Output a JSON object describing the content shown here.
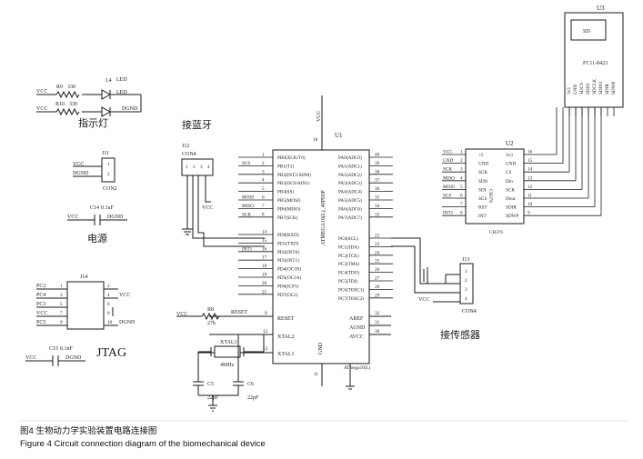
{
  "caption": {
    "zh": "图4   生物动力学实验装置电路连接图",
    "en": "Figure 4   Circuit connection diagram of the biomechanical device"
  },
  "indicator": {
    "title": "指示灯",
    "vcc1": "VCC",
    "vcc2": "VCC",
    "r9": "R9",
    "r9_val": "330",
    "r10": "R10",
    "r10_val": "330",
    "l4": "L4",
    "led_a": "LED",
    "led_b": "LED",
    "dgnd": "DGND"
  },
  "power": {
    "title": "电源",
    "j11": "J11",
    "pins": [
      "VCC",
      "DGND"
    ],
    "pin_nums": [
      "1",
      "2"
    ],
    "con": "CON2",
    "c14": "C14",
    "c14_val": "0.1uF",
    "vcc": "VCC",
    "dgnd": "DGND"
  },
  "bluetooth": {
    "title": "接蓝牙",
    "j12": "J12",
    "con": "CON4",
    "pin_nums": [
      "1",
      "2",
      "3",
      "4"
    ],
    "vcc": "VCC"
  },
  "jtag": {
    "title": "JTAG",
    "j14": "J14",
    "left": [
      "PC2",
      "PC4",
      "PC3",
      "VCC",
      "PC5"
    ],
    "left_nums": [
      "1",
      "3",
      "5",
      "7",
      "9"
    ],
    "right_nums": [
      "2",
      "4",
      "6",
      "8",
      "10"
    ],
    "right": [
      "",
      "VCC",
      "",
      "",
      "DGND"
    ],
    "label": "JTAG",
    "c15": "C15",
    "c15_val": "0.1nF",
    "vcc": "VCC",
    "dgnd": "DGND"
  },
  "mcu": {
    "ref": "U1",
    "part": "ATMEGA16(L)_40PDIP",
    "footer": "ATmega16(L)",
    "vcc_pin": "10",
    "vcc_label": "VCC",
    "gnd_pin": "11",
    "gnd_label": "GND",
    "left_pins": [
      {
        "num": "1",
        "name": "PB0(XCK/T0)",
        "net": ""
      },
      {
        "num": "2",
        "name": "PB1(T1)",
        "net": "SCS"
      },
      {
        "num": "3",
        "name": "PB2(INT2/AIN0)",
        "net": ""
      },
      {
        "num": "4",
        "name": "PB3(OC0/AIN1)",
        "net": ""
      },
      {
        "num": "5",
        "name": "PB4(SS)",
        "net": ""
      },
      {
        "num": "6",
        "name": "PB5(MOSI)",
        "net": "MOSI"
      },
      {
        "num": "7",
        "name": "PB6(MISO)",
        "net": "MISO"
      },
      {
        "num": "8",
        "name": "PB7(SCK)",
        "net": "SCK"
      },
      {
        "num": "14",
        "name": "PD0(RXD)",
        "net": ""
      },
      {
        "num": "15",
        "name": "PD1(TXD)",
        "net": ""
      },
      {
        "num": "16",
        "name": "PD2(INT0)",
        "net": "INT1"
      },
      {
        "num": "17",
        "name": "PD3(INT1)",
        "net": ""
      },
      {
        "num": "18",
        "name": "PD4(OC1B)",
        "net": ""
      },
      {
        "num": "19",
        "name": "PD5(OC1A)",
        "net": ""
      },
      {
        "num": "20",
        "name": "PD6(ICP1)",
        "net": ""
      },
      {
        "num": "21",
        "name": "PD7(OC2)",
        "net": ""
      }
    ],
    "right_pins": [
      {
        "num": "40",
        "name": "PA0(ADC0)"
      },
      {
        "num": "39",
        "name": "PA1(ADC1)"
      },
      {
        "num": "38",
        "name": "PA2(ADC2)"
      },
      {
        "num": "37",
        "name": "PA3(ADC3)"
      },
      {
        "num": "36",
        "name": "PA4(ADC4)"
      },
      {
        "num": "35",
        "name": "PA5(ADC5)"
      },
      {
        "num": "34",
        "name": "PA6(ADC6)"
      },
      {
        "num": "33",
        "name": "PA7(ADC7)"
      },
      {
        "num": "22",
        "name": "PC0(SCL)"
      },
      {
        "num": "23",
        "name": "PC1(SDA)"
      },
      {
        "num": "24",
        "name": "PC2(TCK)"
      },
      {
        "num": "25",
        "name": "PC3(TMS)"
      },
      {
        "num": "26",
        "name": "PC4(TDO)"
      },
      {
        "num": "27",
        "name": "PC5(TDI)"
      },
      {
        "num": "28",
        "name": "PC6(TOSC1)"
      },
      {
        "num": "29",
        "name": "PC7(TOSC2)"
      }
    ],
    "reset": {
      "num": "9",
      "name": "RESET"
    },
    "xtal2": {
      "num": "12",
      "name": "XTAL2"
    },
    "xtal1": {
      "num": "13",
      "name": "XTAL1"
    },
    "aref": {
      "num": "32",
      "name": "AREF"
    },
    "agnd": {
      "num": "31",
      "name": "AGND"
    },
    "avcc": {
      "num": "30",
      "name": "AVCC"
    }
  },
  "reset_circuit": {
    "vcc": "VCC",
    "r8": "R8",
    "r8_val": "27k",
    "net": "RESET"
  },
  "crystal": {
    "ref": "XTAL1",
    "freq": "4MHz",
    "c5": "C5",
    "c5_val": "22pF",
    "c6": "C6",
    "c6_val": "22pF"
  },
  "sensor": {
    "title": "接传感器",
    "j13": "J13",
    "con": "CON4",
    "pin_nums": [
      "1",
      "2",
      "3",
      "4"
    ],
    "vcc": "VCC"
  },
  "sd_interface": {
    "ref": "U2",
    "part": "CH376",
    "footer": "CH376",
    "nets": [
      "VCC",
      "GND",
      "SCK",
      "MISO",
      "MOSI",
      "SCS",
      "",
      "INT1"
    ],
    "left_nums": [
      "1",
      "2",
      "3",
      "4",
      "5",
      "6",
      "7",
      "8"
    ],
    "left_names": [
      "+5",
      "GND",
      "SCK",
      "SDO",
      "SDI",
      "SCS",
      "RST",
      "INT"
    ],
    "right_names": [
      "3v3",
      "GND",
      "CS",
      "Din",
      "SCK",
      "Dout",
      "SDIR",
      "SDWP"
    ],
    "right_nums": [
      "16",
      "15",
      "14",
      "13",
      "12",
      "11",
      "10",
      "9"
    ],
    "inner": "CH376"
  },
  "sd_card": {
    "ref": "U3",
    "label": "SD",
    "part": "FC11-8423",
    "pins": [
      "3v3",
      "GND",
      "SDCS",
      "SDDI",
      "SDCLK",
      "SDDO",
      "SDIR",
      "SDWP"
    ]
  }
}
